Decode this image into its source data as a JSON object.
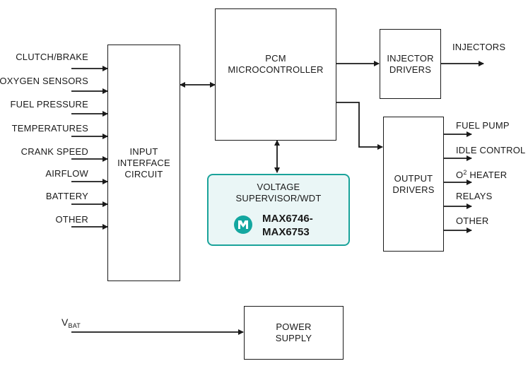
{
  "inputs": [
    {
      "label": "CLUTCH/BRAKE"
    },
    {
      "label": "OXYGEN SENSORS"
    },
    {
      "label": "FUEL PRESSURE"
    },
    {
      "label": "TEMPERATURES"
    },
    {
      "label": "CRANK SPEED"
    },
    {
      "label": "AIRFLOW"
    },
    {
      "label": "BATTERY"
    },
    {
      "label": "OTHER"
    }
  ],
  "blocks": {
    "input_interface": "INPUT\nINTERFACE\nCIRCUIT",
    "pcm": "PCM\nMICROCONTROLLER",
    "injector_drivers": "INJECTOR\nDRIVERS",
    "output_drivers": "OUTPUT\nDRIVERS",
    "power_supply": "POWER\nSUPPLY"
  },
  "supervisor": {
    "title": "VOLTAGE\nSUPERVISOR/WDT",
    "parts": "MAX6746-\nMAX6753"
  },
  "injectors_label": "INJECTORS",
  "outputs": [
    {
      "label": "FUEL PUMP"
    },
    {
      "label": "IDLE CONTROL"
    },
    {
      "label_prefix": "O",
      "label_sup": "2",
      "label_suffix": " HEATER"
    },
    {
      "label": "RELAYS"
    },
    {
      "label": "OTHER"
    }
  ],
  "vbat": {
    "main": "V",
    "sub": "BAT"
  },
  "colors": {
    "accent": "#1aa39a",
    "accent_fill": "#eaf6f6",
    "line": "#1a1a1a"
  },
  "icons": {
    "logo": "maxim-logo"
  }
}
